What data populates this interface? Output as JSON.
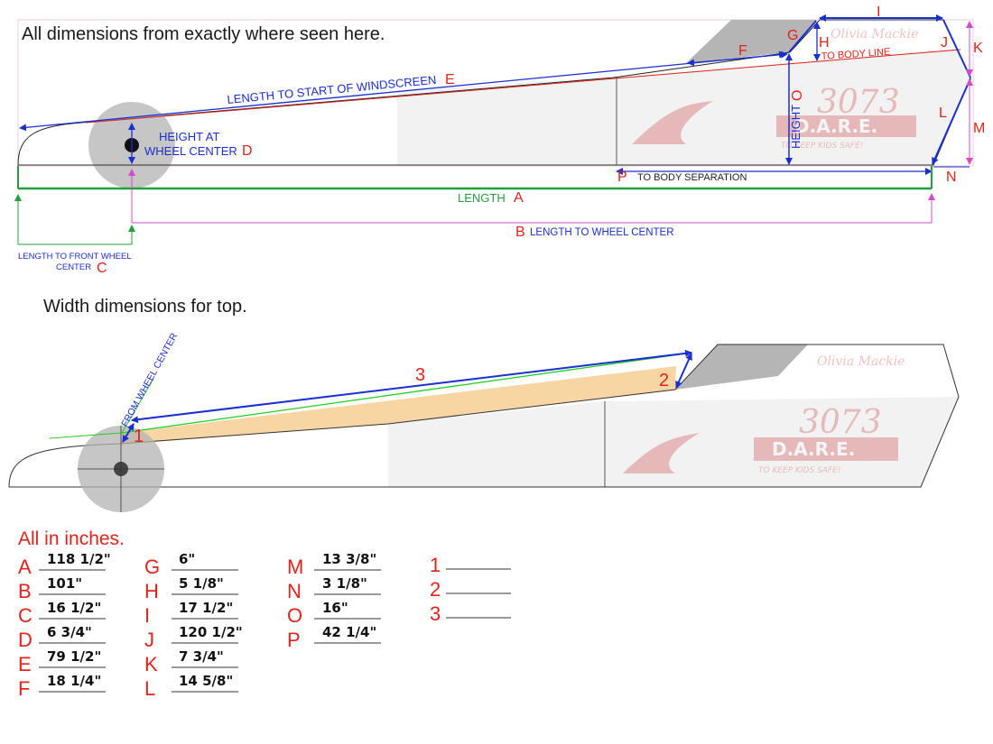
{
  "headings": {
    "side_view": "All dimensions from exactly where seen here.",
    "top_view": "Width dimensions for top.",
    "units": "All in inches."
  },
  "side_labels": {
    "length": "LENGTH",
    "length_letter": "A",
    "wheel_center": "LENGTH TO WHEEL CENTER",
    "wheel_center_letter": "B",
    "front_wheel_1": "LENGTH TO FRONT WHEEL",
    "front_wheel_2": "CENTER",
    "front_wheel_letter": "C",
    "height_wheel_1": "HEIGHT AT",
    "height_wheel_2": "WHEEL CENTER",
    "height_wheel_letter": "D",
    "windscreen": "LENGTH TO START OF WINDSCREEN",
    "windscreen_letter": "E",
    "f": "F",
    "g": "G",
    "h": "H",
    "body_line": "TO BODY LINE",
    "i": "I",
    "j": "J",
    "k": "K",
    "l": "L",
    "m": "M",
    "n": "N",
    "height": "HEIGHT",
    "o": "O",
    "p": "P",
    "body_separation": "TO BODY SEPARATION"
  },
  "top_labels": {
    "from_wheel_center": "FROM WHEEL CENTER",
    "n1": "1",
    "n2": "2",
    "n3": "3"
  },
  "car_graphics": {
    "name": "Olivia Mackie",
    "number": "3073",
    "brand": "D.A.R.E.",
    "slogan": "TO KEEP KIDS SAFE!"
  },
  "dimensions": [
    {
      "letter": "A",
      "value": "118 1/2\""
    },
    {
      "letter": "B",
      "value": "101\""
    },
    {
      "letter": "C",
      "value": "16 1/2\""
    },
    {
      "letter": "D",
      "value": "6 3/4\""
    },
    {
      "letter": "E",
      "value": "79 1/2\""
    },
    {
      "letter": "F",
      "value": "18 1/4\""
    },
    {
      "letter": "G",
      "value": "6\""
    },
    {
      "letter": "H",
      "value": "5 1/8\""
    },
    {
      "letter": "I",
      "value": "17 1/2\""
    },
    {
      "letter": "J",
      "value": "120 1/2\""
    },
    {
      "letter": "K",
      "value": "7 3/4\""
    },
    {
      "letter": "L",
      "value": "14 5/8\""
    },
    {
      "letter": "M",
      "value": "13 3/8\""
    },
    {
      "letter": "N",
      "value": "3 1/8\""
    },
    {
      "letter": "O",
      "value": "16\""
    },
    {
      "letter": "P",
      "value": "42 1/4\""
    },
    {
      "letter": "1",
      "value": ""
    },
    {
      "letter": "2",
      "value": ""
    },
    {
      "letter": "3",
      "value": ""
    }
  ],
  "colors": {
    "blue": "#1a2fd0",
    "red": "#e0241b",
    "green": "#1fa03a",
    "magenta": "#d44bc8",
    "tan": "#f7d6a4",
    "gray": "#bfbfbf"
  }
}
